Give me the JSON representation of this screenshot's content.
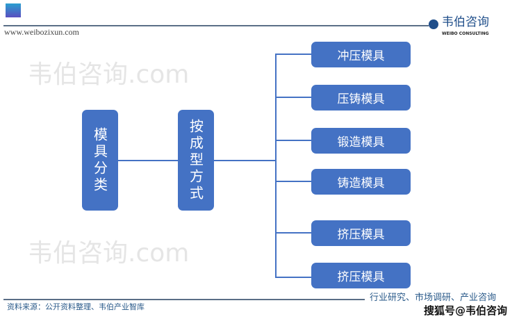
{
  "header": {
    "url": "www.weibozixun.com",
    "logo_cn": "韦伯咨询",
    "logo_en": "WEIBO CONSULTING"
  },
  "diagram": {
    "root": "模具分类",
    "level2": "按成型方式",
    "leaves": [
      "冲压模具",
      "压铸模具",
      "锻造模具",
      "铸造模具",
      "挤压模具",
      "挤压模具"
    ]
  },
  "watermark": "韦伯咨询.com",
  "footer": {
    "source": "资料来源：公开资料整理、韦伯产业智库",
    "slogan": "行业研究、市场调研、产业咨询",
    "credit": "搜狐号@韦伯咨询"
  }
}
